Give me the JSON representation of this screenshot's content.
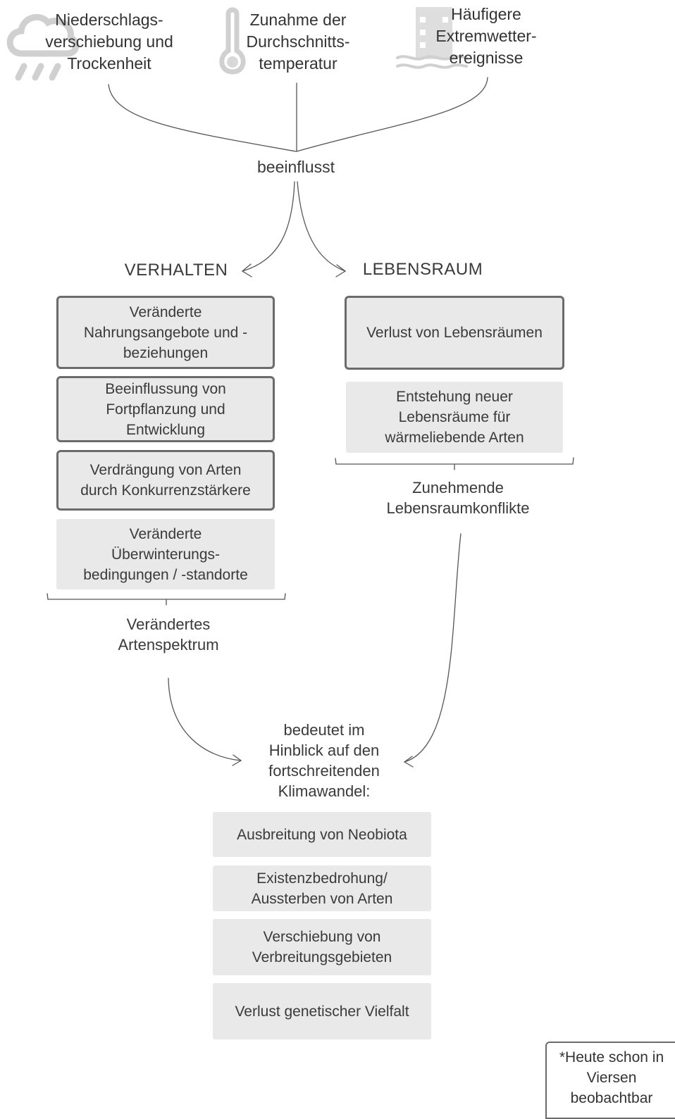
{
  "top_factors": [
    {
      "label": "Niederschlags-\nverschiebung und\nTrockenheit",
      "icon": "rain-cloud-icon"
    },
    {
      "label": "Zunahme der\nDurchschnitts-\ntemperatur",
      "icon": "thermometer-icon"
    },
    {
      "label": "Häufigere\nExtremwetter-\nereignisse",
      "icon": "flooded-building-icon"
    }
  ],
  "influence_label": "beeinflusst",
  "behavior": {
    "header": "VERHALTEN",
    "items": [
      "Veränderte\nNahrungsangebote und -\nbeziehungen",
      "Beeinflussung von\nFortpflanzung und\nEntwicklung",
      "Verdrängung von Arten\ndurch Konkurrenzstärkere",
      "Veränderte\nÜberwinterungs-\nbedingungen / -standorte"
    ],
    "summary": "Verändertes\nArtenspektrum"
  },
  "habitat": {
    "header": "LEBENSRAUM",
    "items": [
      "Verlust von Lebensräumen",
      "Entstehung neuer\nLebensräume für\nwärmeliebende Arten"
    ],
    "summary": "Zunehmende\nLebensraumkonflikte"
  },
  "consequence_label": "bedeutet im\nHinblick auf den\nfortschreitenden\nKlimawandel:",
  "consequences": [
    "Ausbreitung von Neobiota",
    "Existenzbedrohung/\nAussterben von Arten",
    "Verschiebung von\nVerbreitungsgebieten",
    "Verlust genetischer Vielfalt"
  ],
  "note": "*Heute schon in\nViersen\nbeobachtbar",
  "colors": {
    "box_fill": "#e9e9e9",
    "border": "#6b6b6b",
    "text": "#3a3a3a",
    "icon": "#d0d0d0"
  }
}
